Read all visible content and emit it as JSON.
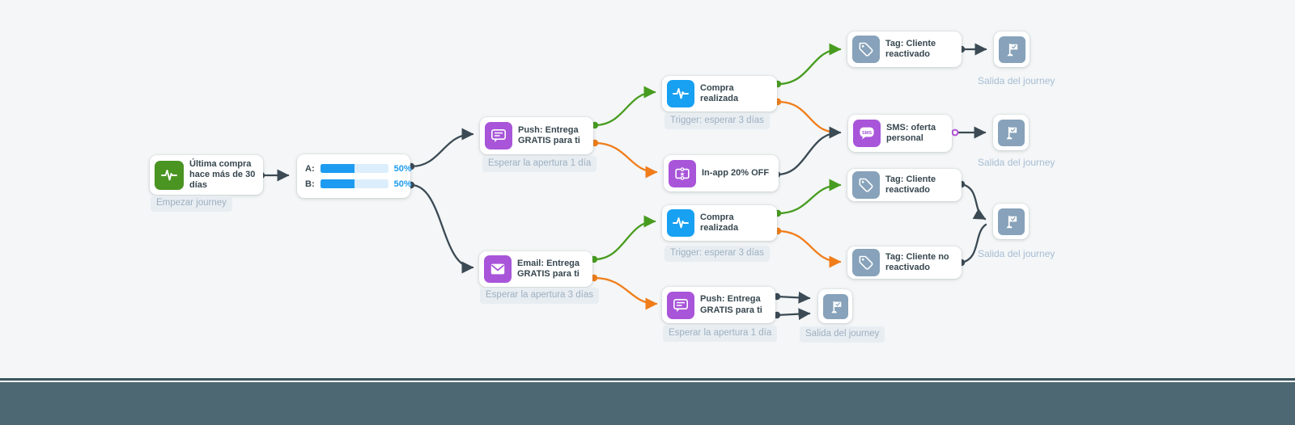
{
  "app": {
    "view": "customer-journey-canvas"
  },
  "colors": {
    "canvas_bg": "#f4f6f7",
    "edge_dark": "#3b4a54",
    "edge_green": "#479c1f",
    "edge_orange": "#f07d1a",
    "icon_green": "#4a9422",
    "icon_blue": "#18a0f2",
    "icon_purple": "#a855d9",
    "icon_slate": "#87a2ba",
    "bar_blue": "#1d9bf0",
    "title_text": "#37474f",
    "label_text": "#9db0c0",
    "bottom_bar": "#4d6873"
  },
  "nodes": {
    "start": {
      "title": "Última compra hace más de 30 días",
      "badge": "Empezar journey",
      "icon": "activity-icon"
    },
    "ab_split": {
      "rows": [
        {
          "label": "A:",
          "value": "50%",
          "percent": 50
        },
        {
          "label": "B:",
          "value": "50%",
          "percent": 50
        }
      ]
    },
    "push_top": {
      "title": "Push: Entrega GRATIS para ti",
      "badge": "Esperar la apertura 1 día",
      "icon": "push-notification-icon"
    },
    "purchase_top": {
      "title": "Compra realizada",
      "badge": "Trigger: esperar 3 días",
      "icon": "activity-icon"
    },
    "inapp": {
      "title": "In-app 20% OFF",
      "icon": "ticket-icon"
    },
    "sms": {
      "title": "SMS: oferta personal",
      "icon": "sms-icon"
    },
    "tag_reactivated_top": {
      "title": "Tag: Cliente reactivado",
      "icon": "tag-icon"
    },
    "email": {
      "title": "Email: Entrega GRATIS para ti",
      "badge": "Esperar la apertura 3 días",
      "icon": "email-icon"
    },
    "purchase_bottom": {
      "title": "Compra realizada",
      "badge": "Trigger: esperar 3 días",
      "icon": "activity-icon"
    },
    "tag_reactivated_mid": {
      "title": "Tag: Cliente reactivado",
      "icon": "tag-icon"
    },
    "tag_not_reactivated": {
      "title": "Tag: Cliente no reactivado",
      "icon": "tag-icon"
    },
    "push_bottom": {
      "title": "Push: Entrega GRATIS para ti",
      "badge": "Esperar la apertura 1 día",
      "icon": "push-notification-icon"
    },
    "exit_top": {
      "label": "Salida del journey",
      "icon": "flag-icon"
    },
    "exit_sms": {
      "label": "Salida del journey",
      "icon": "flag-icon"
    },
    "exit_merge": {
      "label": "Salida del journey",
      "icon": "flag-icon"
    },
    "exit_bottom": {
      "label": "Salida del journey",
      "icon": "flag-icon"
    }
  }
}
